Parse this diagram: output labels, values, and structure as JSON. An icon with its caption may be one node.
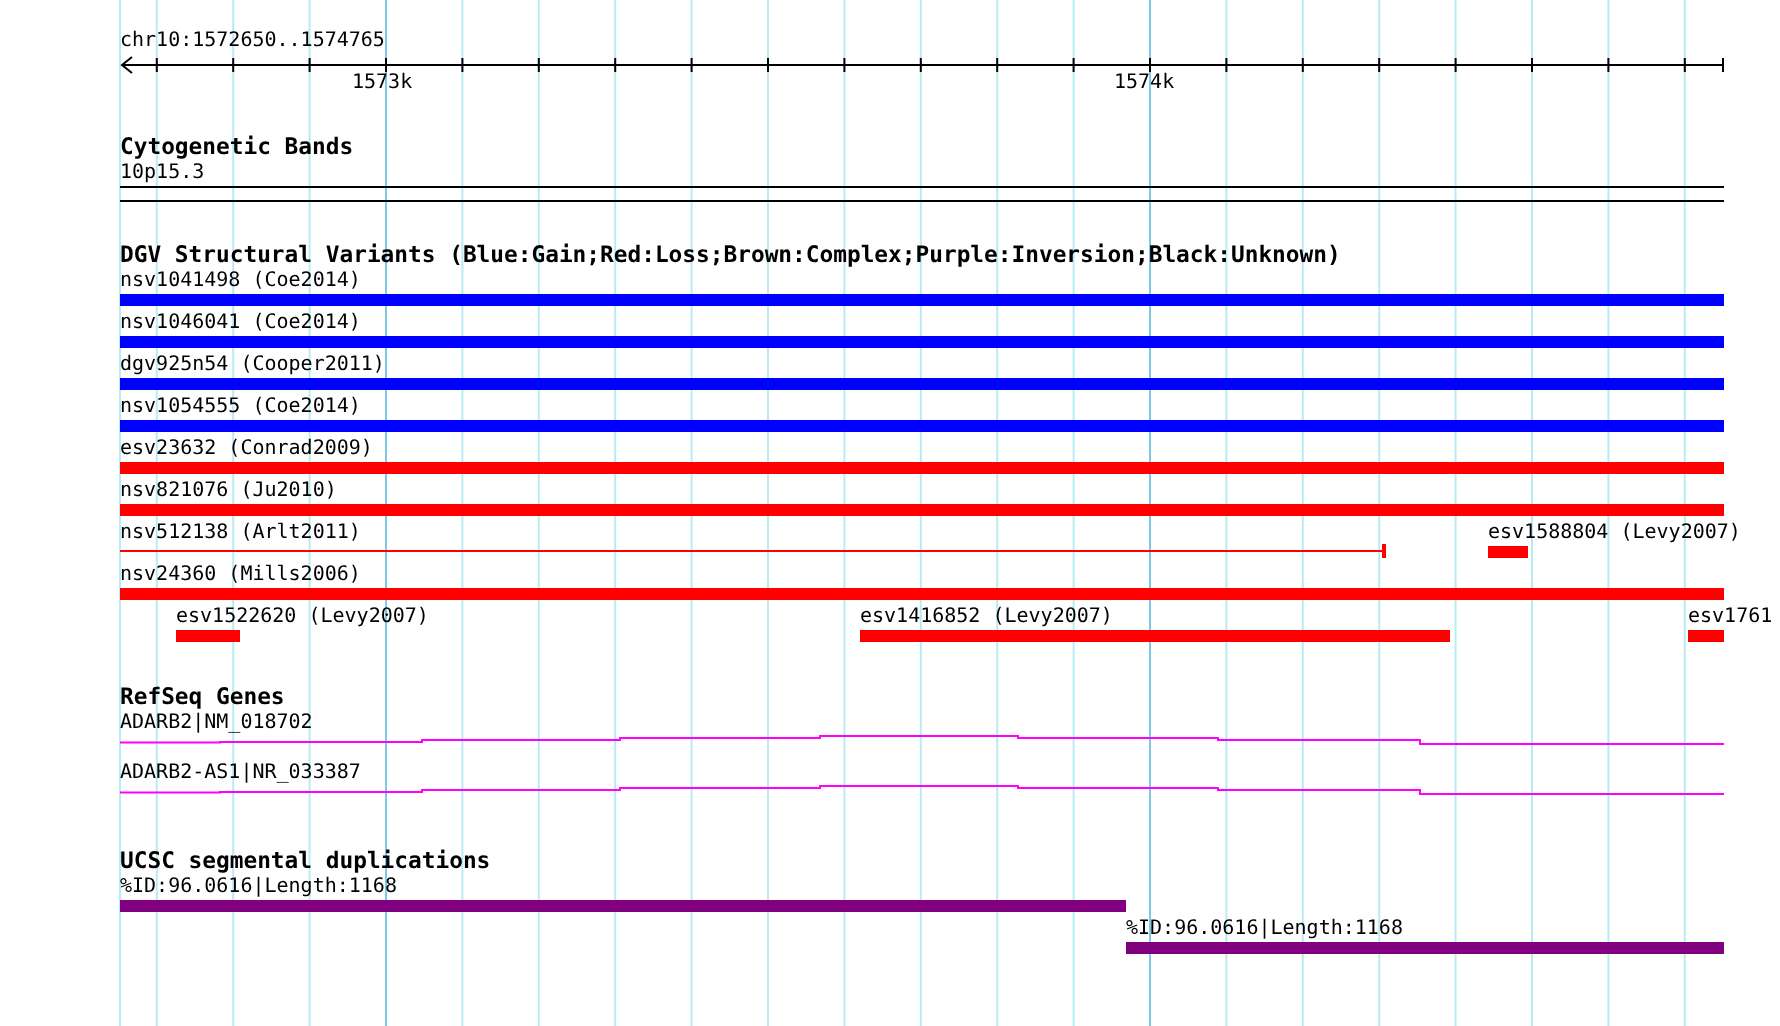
{
  "diagram": {
    "labels": [
      "chr10:1572650..1574765",
      "1573k",
      "1574k",
      "Cytogenetic Bands",
      "10p15.3",
      "DGV Structural Variants (Blue:Gain;Red:Loss;Brown:Complex;Purple:Inversion;Black:Unknown)",
      "nsv1041498 (Coe2014)",
      "nsv1046041 (Coe2014)",
      "dgv925n54 (Cooper2011)",
      "nsv1054555 (Coe2014)",
      "esv23632 (Conrad2009)",
      "nsv821076 (Ju2010)",
      "nsv512138 (Arlt2011)",
      "esv1588804 (Levy2007)",
      "nsv24360 (Mills2006)",
      "esv1522620 (Levy2007)",
      "esv1416852 (Levy2007)",
      "esv1761",
      "RefSeq Genes",
      "ADARB2|NM_018702",
      "ADARB2-AS1|NR_033387",
      "UCSC segmental duplications",
      "%ID:96.0616|Length:1168",
      "%ID:96.0616|Length:1168"
    ]
  }
}
